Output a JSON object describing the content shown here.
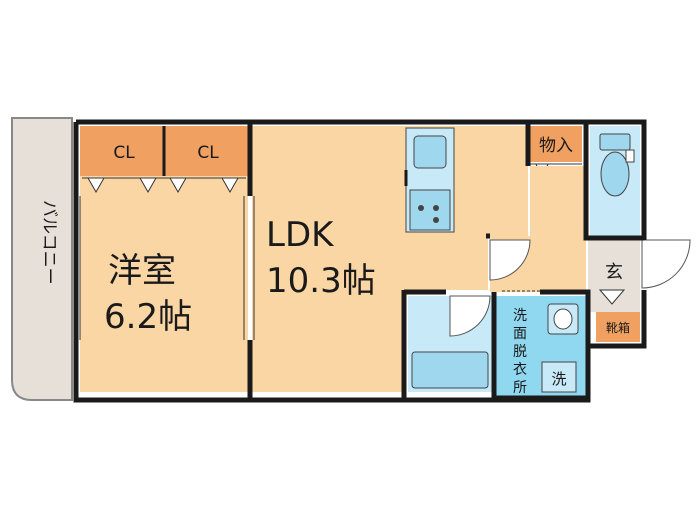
{
  "colors": {
    "room_fill": "#fad6a5",
    "closet_fill": "#f0a060",
    "water_fill": "#c8e9f8",
    "wash_fill": "#8fd8f0",
    "fixture_fill": "#9fd8ee",
    "balcony_fill": "#e6e0d8",
    "wall": "#1a1a1a"
  },
  "rooms": {
    "balcony": "バルコニー",
    "western_room": {
      "name": "洋室",
      "size": "6.2帖"
    },
    "closet_1": "CL",
    "closet_2": "CL",
    "ldk": {
      "name": "LDK",
      "size": "10.3帖"
    },
    "storage": "物入",
    "entrance": "玄",
    "shoe_box": "靴箱",
    "washroom": [
      "洗",
      "面",
      "脱",
      "衣",
      "所"
    ],
    "washer": "洗"
  }
}
